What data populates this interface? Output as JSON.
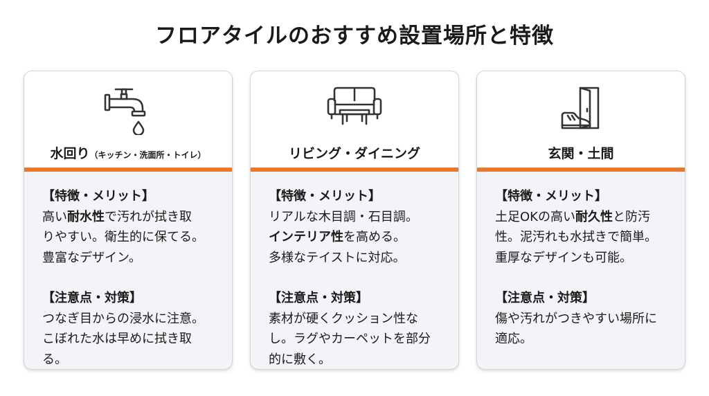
{
  "page": {
    "title": "フロアタイルのおすすめ設置場所と特徴"
  },
  "cards": [
    {
      "icon": "faucet-icon",
      "title": "水回り",
      "subtitle": "（キッチン・洗面所・トイレ）",
      "merit_head": "【特徴・メリット】",
      "merit_lines": [
        [
          "高い",
          "耐水性",
          "で汚れが拭き取"
        ],
        [
          "りやすい。衛生的に保てる。"
        ],
        [
          "豊富なデザイン。"
        ]
      ],
      "caution_head": "【注意点・対策】",
      "caution_lines": [
        "つなぎ目からの浸水に注意。",
        "こぼれた水は早めに拭き取",
        "る。"
      ]
    },
    {
      "icon": "sofa-table-icon",
      "title": "リビング・ダイニング",
      "subtitle": "",
      "merit_head": "【特徴・メリット】",
      "merit_lines": [
        [
          "リアルな木目調・石目調。"
        ],
        [
          "",
          "インテリア性",
          "を高める。"
        ],
        [
          "多様なテイストに対応。"
        ]
      ],
      "caution_head": "【注意点・対策】",
      "caution_lines": [
        "素材が硬くクッション性な",
        "し。ラグやカーペットを部分",
        "的に敷く。"
      ]
    },
    {
      "icon": "door-shoe-icon",
      "title": "玄関・土間",
      "subtitle": "",
      "merit_head": "【特徴・メリット】",
      "merit_lines": [
        [
          "土足OKの高い",
          "耐久性",
          "と防汚"
        ],
        [
          "性。泥汚れも水拭きで簡単。"
        ],
        [
          "重厚なデザインも可能。"
        ]
      ],
      "caution_head": "【注意点・対策】",
      "caution_lines": [
        "傷や汚れがつきやすい場所に",
        "適応。"
      ]
    }
  ]
}
